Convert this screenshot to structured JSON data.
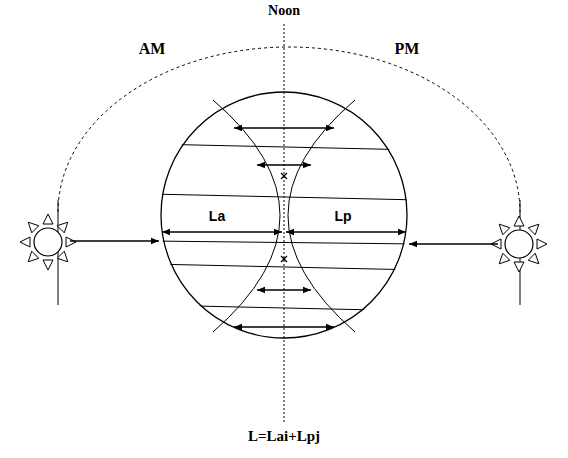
{
  "diagram": {
    "nodes": [
      {
        "text": [
          "La",
          "Lp"
        ]
      }
    ],
    "labels": [
      "Noon",
      "AM",
      "PM",
      "L=Lai+Lpj"
    ]
  }
}
